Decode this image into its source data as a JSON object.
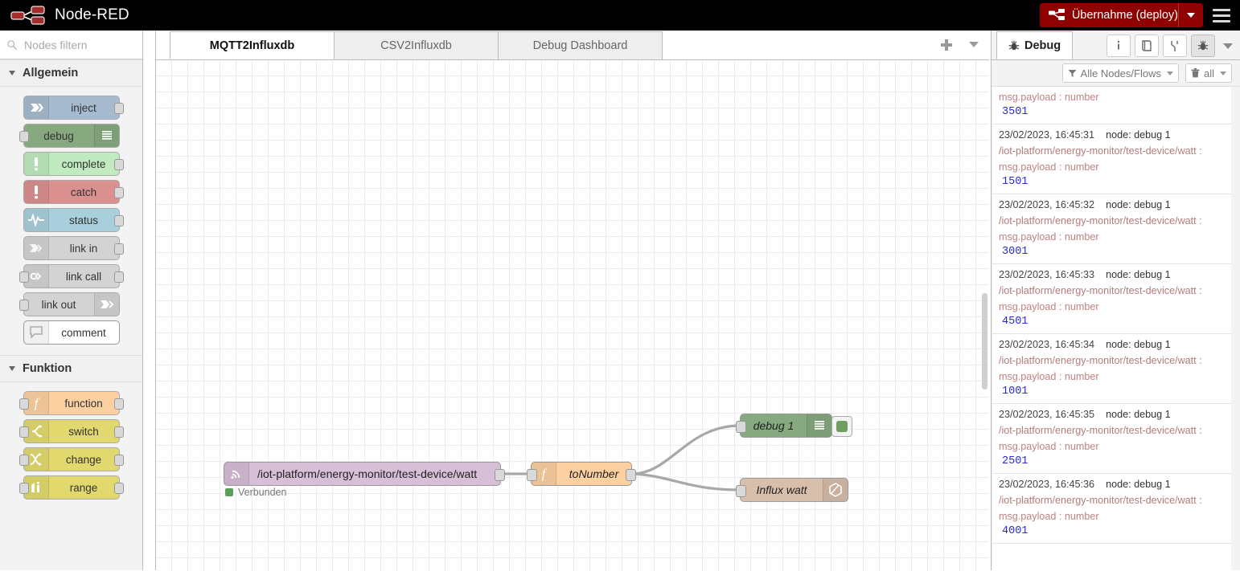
{
  "header": {
    "brand": "Node-RED",
    "logo_icon": "node-red-logo-icon",
    "deploy_label": "Übernahme (deploy)",
    "deploy_icon": "deploy-icon",
    "deploy_caret_icon": "chevron-down-icon",
    "menu_icon": "hamburger-menu-icon",
    "deploy_color": "#8f0000"
  },
  "palette": {
    "search_placeholder": "Nodes filtern",
    "search_value": "",
    "search_icon": "search-icon",
    "categories": [
      {
        "name": "Allgemein",
        "chevron_icon": "chevron-down-icon",
        "nodes": [
          {
            "label": "inject",
            "icon": "inject-icon",
            "color": "#a6bbcf",
            "icon_side": "left",
            "in": false,
            "out": true
          },
          {
            "label": "debug",
            "icon": "debug-list-icon",
            "color": "#87a980",
            "icon_side": "right",
            "in": true,
            "out": false
          },
          {
            "label": "complete",
            "icon": "alert-icon",
            "color": "#c0eac0",
            "icon_side": "left",
            "in": false,
            "out": true
          },
          {
            "label": "catch",
            "icon": "alert-icon",
            "color": "#d9908f",
            "icon_side": "left",
            "in": false,
            "out": true
          },
          {
            "label": "status",
            "icon": "pulse-icon",
            "color": "#a9cfdc",
            "icon_side": "left",
            "in": false,
            "out": true
          },
          {
            "label": "link in",
            "icon": "link-in-icon",
            "color": "#d3d3d3",
            "icon_side": "left",
            "in": false,
            "out": true
          },
          {
            "label": "link call",
            "icon": "link-call-icon",
            "color": "#d3d3d3",
            "icon_side": "left",
            "in": true,
            "out": true
          },
          {
            "label": "link out",
            "icon": "link-out-icon",
            "color": "#d3d3d3",
            "icon_side": "right",
            "in": true,
            "out": false
          },
          {
            "label": "comment",
            "icon": "comment-icon",
            "color": "#ffffff",
            "icon_side": "left",
            "in": false,
            "out": false
          }
        ]
      },
      {
        "name": "Funktion",
        "chevron_icon": "chevron-down-icon",
        "nodes": [
          {
            "label": "function",
            "icon": "function-f-icon",
            "color": "#fdd0a2",
            "icon_side": "left",
            "in": true,
            "out": true
          },
          {
            "label": "switch",
            "icon": "switch-icon",
            "color": "#e2d96e",
            "icon_side": "left",
            "in": true,
            "out": true
          },
          {
            "label": "change",
            "icon": "change-icon",
            "color": "#e2d96e",
            "icon_side": "left",
            "in": true,
            "out": true
          },
          {
            "label": "range",
            "icon": "range-icon",
            "color": "#e2d96e",
            "icon_side": "left",
            "in": true,
            "out": true
          }
        ]
      }
    ]
  },
  "workspace": {
    "tabs": [
      {
        "label": "MQTT2Influxdb",
        "active": true
      },
      {
        "label": "CSV2Influxdb",
        "active": false
      },
      {
        "label": "Debug Dashboard",
        "active": false
      }
    ],
    "add_tab_icon": "plus-icon",
    "tab_menu_icon": "chevron-down-icon",
    "flow_nodes": [
      {
        "id": "mqtt-in",
        "label": "/iot-platform/energy-monitor/test-device/watt",
        "icon": "mqtt-signal-icon",
        "color": "#d8bfd8",
        "status": "Verbunden",
        "status_color": "#5aa05a"
      },
      {
        "id": "tonumber",
        "label": "toNumber",
        "icon": "function-f-icon",
        "color": "#fdd0a2"
      },
      {
        "id": "debug1",
        "label": "debug 1",
        "icon": "debug-list-icon",
        "color": "#87a980",
        "toggle_icon": "debug-active-toggle"
      },
      {
        "id": "influx",
        "label": "Influx watt",
        "icon": "influxdb-icon",
        "color": "#d7bfab"
      }
    ]
  },
  "sidebar": {
    "tab_label": "Debug",
    "tab_icon": "bug-icon",
    "icon_buttons": [
      {
        "name": "info-icon",
        "active": false
      },
      {
        "name": "help-book-icon",
        "active": false
      },
      {
        "name": "config-nodes-icon",
        "active": false
      },
      {
        "name": "bug-icon",
        "active": true
      }
    ],
    "menu_caret_icon": "chevron-down-icon",
    "filter": {
      "icon": "filter-icon",
      "label": "Alle Nodes/Flows",
      "caret_icon": "chevron-down-icon"
    },
    "clear": {
      "icon": "trash-icon",
      "label": "all",
      "caret_icon": "chevron-down-icon"
    },
    "messages": [
      {
        "partial": true,
        "timestamp": "",
        "node": "",
        "topic": "",
        "property": "msg.payload : number",
        "value": "3501"
      },
      {
        "partial": false,
        "timestamp": "23/02/2023, 16:45:31",
        "node": "node: debug 1",
        "topic": "/iot-platform/energy-monitor/test-device/watt :",
        "property": "msg.payload : number",
        "value": "1501"
      },
      {
        "partial": false,
        "timestamp": "23/02/2023, 16:45:32",
        "node": "node: debug 1",
        "topic": "/iot-platform/energy-monitor/test-device/watt :",
        "property": "msg.payload : number",
        "value": "3001"
      },
      {
        "partial": false,
        "timestamp": "23/02/2023, 16:45:33",
        "node": "node: debug 1",
        "topic": "/iot-platform/energy-monitor/test-device/watt :",
        "property": "msg.payload : number",
        "value": "4501"
      },
      {
        "partial": false,
        "timestamp": "23/02/2023, 16:45:34",
        "node": "node: debug 1",
        "topic": "/iot-platform/energy-monitor/test-device/watt :",
        "property": "msg.payload : number",
        "value": "1001"
      },
      {
        "partial": false,
        "timestamp": "23/02/2023, 16:45:35",
        "node": "node: debug 1",
        "topic": "/iot-platform/energy-monitor/test-device/watt :",
        "property": "msg.payload : number",
        "value": "2501"
      },
      {
        "partial": false,
        "timestamp": "23/02/2023, 16:45:36",
        "node": "node: debug 1",
        "topic": "/iot-platform/energy-monitor/test-device/watt :",
        "property": "msg.payload : number",
        "value": "4001"
      }
    ]
  }
}
